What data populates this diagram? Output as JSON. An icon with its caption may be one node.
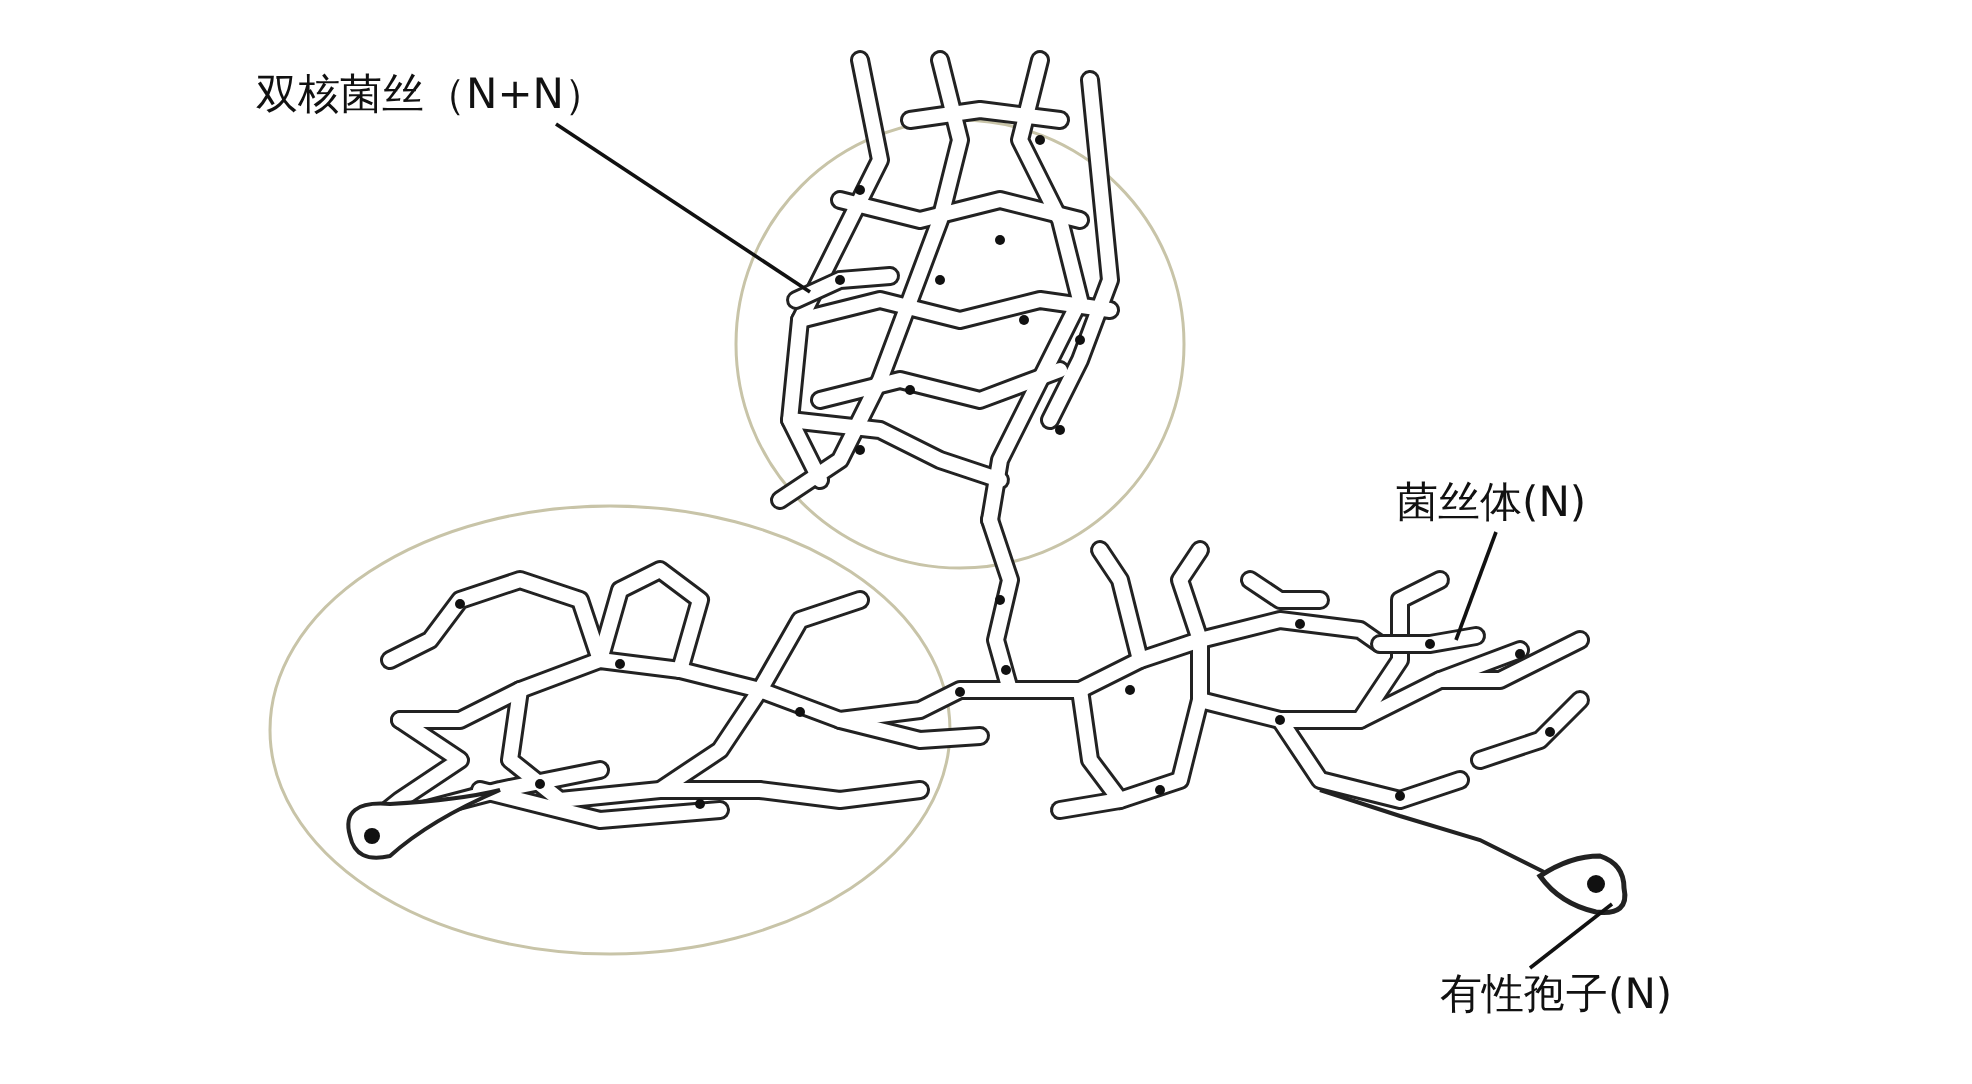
{
  "diagram": {
    "nodes": [
      {
        "text": [
          "双核菌丝（N+N）"
        ]
      },
      {
        "text": [],
        "shape": "bar"
      },
      {
        "text": [
          "菌丝体(N)"
        ]
      },
      {
        "text": [],
        "shape": "bar"
      },
      {
        "text": [
          "有性孢子(N)"
        ]
      },
      {
        "text": [],
        "shape": "circle"
      }
    ],
    "edges": [
      {
        "from": 0,
        "to": 1,
        "arrow": "none"
      },
      {
        "from": 2,
        "to": 3,
        "arrow": "none"
      },
      {
        "from": 4,
        "to": 5,
        "arrow": "none"
      }
    ]
  }
}
